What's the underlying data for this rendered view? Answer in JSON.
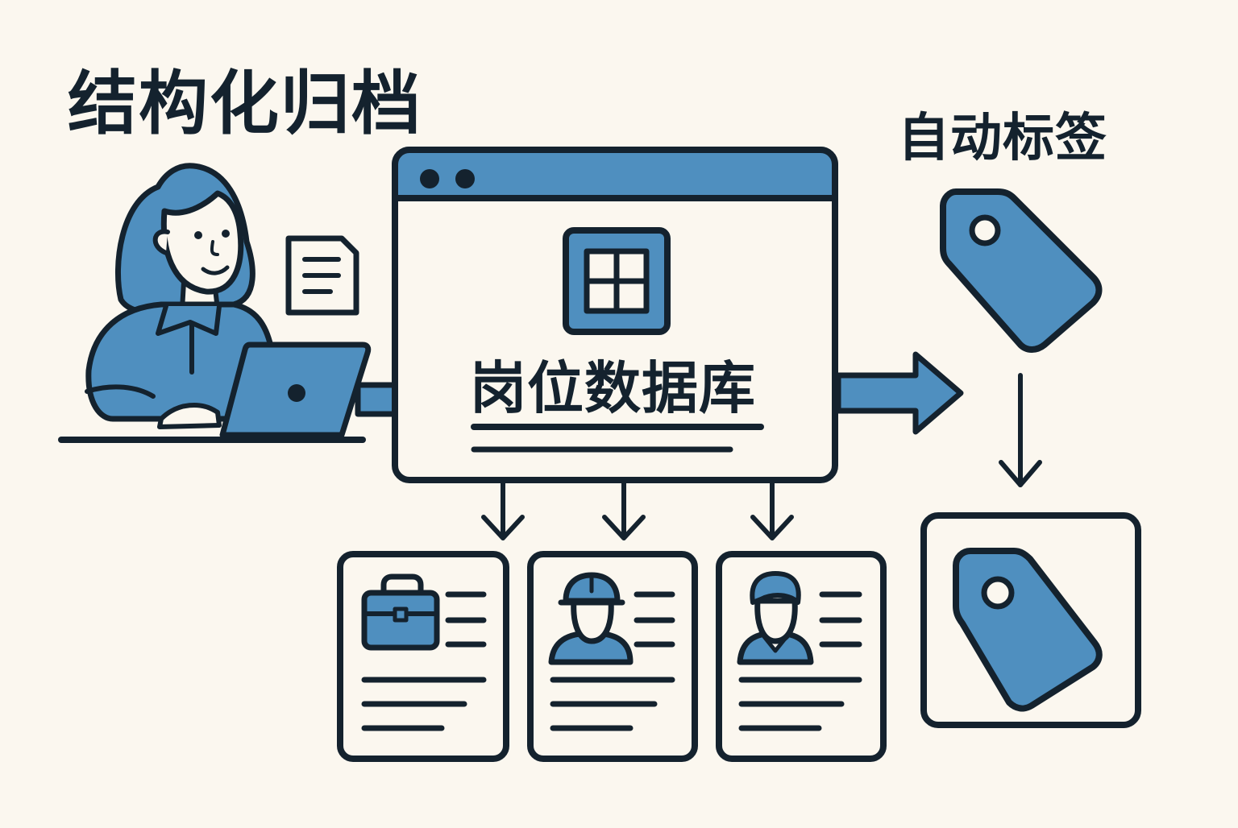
{
  "title": "结构化归档",
  "database": {
    "label": "岗位数据库"
  },
  "auto_tag": {
    "label": "自动标签"
  },
  "profile_cards": [
    {
      "icon": "briefcase-icon"
    },
    {
      "icon": "worker-helmet-icon"
    },
    {
      "icon": "office-person-icon"
    }
  ],
  "colors": {
    "background": "#fbf7ef",
    "accent": "#4f8fbf",
    "outline": "#14222e",
    "card": "#fbf7ef"
  }
}
